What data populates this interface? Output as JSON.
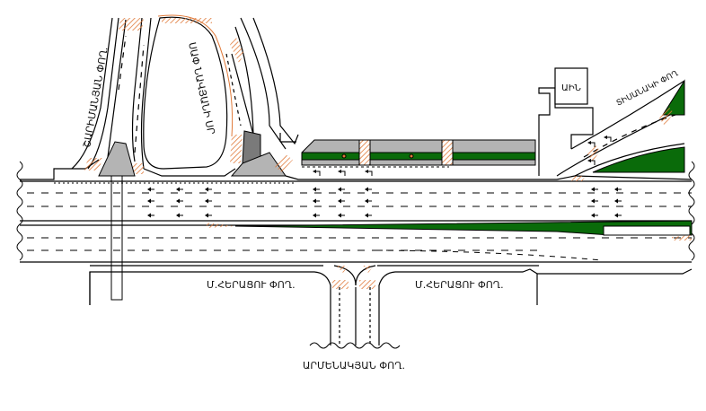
{
  "labels": {
    "street_left_vertical": "ՇԱՐԻՄԱՆՅԱՆ ՓՈՂ.",
    "street_island": "ՍԱՓ ՆԱՎՅԱՆԻ ՍՐ",
    "street_right_diagonal": "ՏԻՍԱՆԱԿԻ ՓՈՂ",
    "building": "ԱԻՆ",
    "street_bottom_left": "Մ.ՀԵՐԱՑՈՒ ՓՈՂ.",
    "street_bottom_right": "Մ.ՀԵՐԱՑՈՒ ՓՈՂ.",
    "street_bottom_south": "ԱՐՄԵՆԱԿՅԱՆ ՓՈՂ."
  },
  "colors": {
    "median_green": "#0a6b0a",
    "island_gray": "#b4b4b4",
    "island_dark": "#7a7a7a",
    "crosswalk": "#e07a3a",
    "line": "#000000"
  },
  "icons": {
    "lane_arrow": "up-arrow",
    "left_turn_arrow": "turn-left-arrow"
  }
}
